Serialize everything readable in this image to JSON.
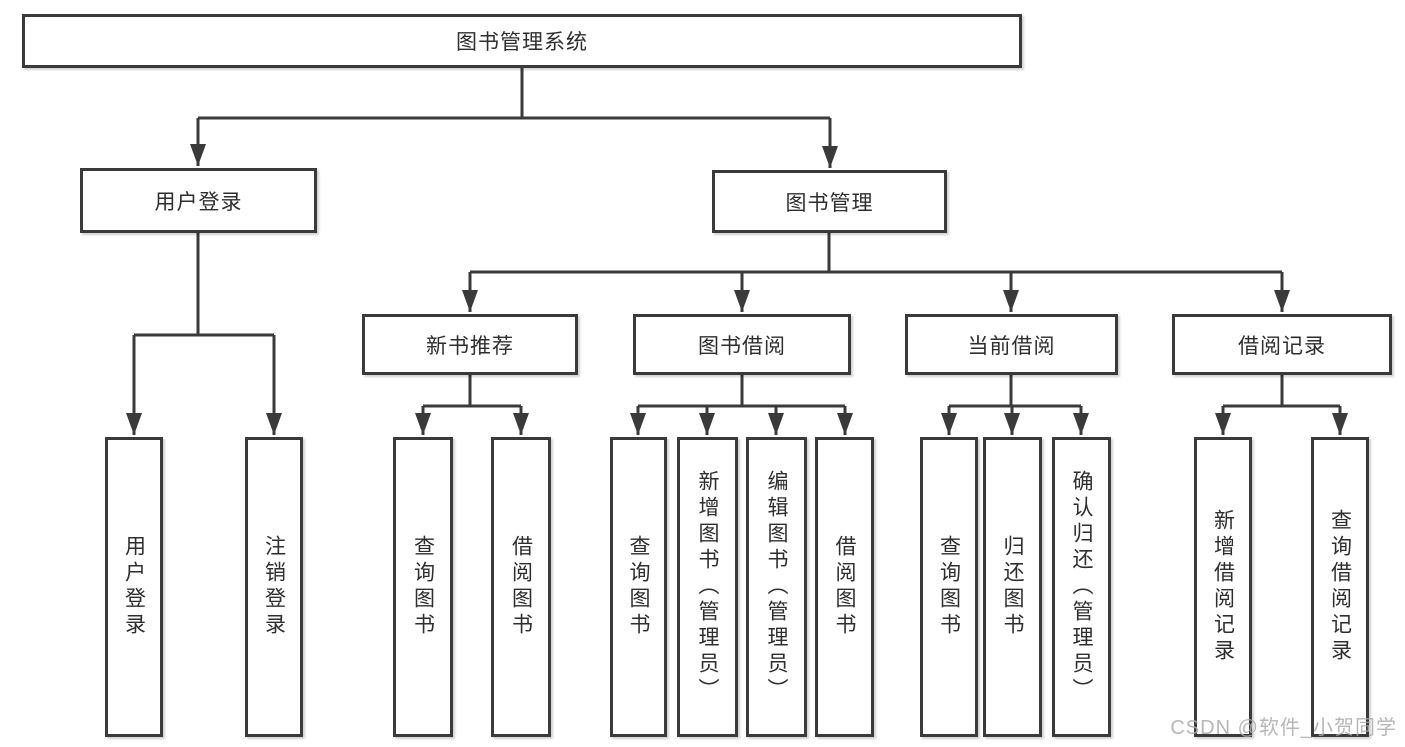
{
  "diagram": {
    "root": {
      "label": "图书管理系统"
    },
    "level2": {
      "user_login": {
        "label": "用户登录"
      },
      "book_mgmt": {
        "label": "图书管理"
      }
    },
    "level3": {
      "new_book": {
        "label": "新书推荐"
      },
      "book_borrow": {
        "label": "图书借阅"
      },
      "current_borrow": {
        "label": "当前借阅"
      },
      "borrow_record": {
        "label": "借阅记录"
      }
    },
    "leaves": {
      "user_login_1": {
        "label": "用户登录"
      },
      "user_login_2": {
        "label": "注销登录"
      },
      "new_book_1": {
        "label": "查询图书"
      },
      "new_book_2": {
        "label": "借阅图书"
      },
      "book_borrow_1": {
        "label": "查询图书"
      },
      "book_borrow_2": {
        "label": "新增图书（管理员）"
      },
      "book_borrow_3": {
        "label": "编辑图书（管理员）"
      },
      "book_borrow_4": {
        "label": "借阅图书"
      },
      "current_borrow_1": {
        "label": "查询图书"
      },
      "current_borrow_2": {
        "label": "归还图书"
      },
      "current_borrow_3": {
        "label": "确认归还（管理员）"
      },
      "borrow_record_1": {
        "label": "新增借阅记录"
      },
      "borrow_record_2": {
        "label": "查询借阅记录"
      }
    }
  },
  "watermark": {
    "text": "CSDN @软件_小贺同学"
  },
  "colors": {
    "line": "#3a3a3a",
    "box_bg": "#ffffff",
    "text": "#2e2e2e",
    "watermark": "#ababab"
  }
}
